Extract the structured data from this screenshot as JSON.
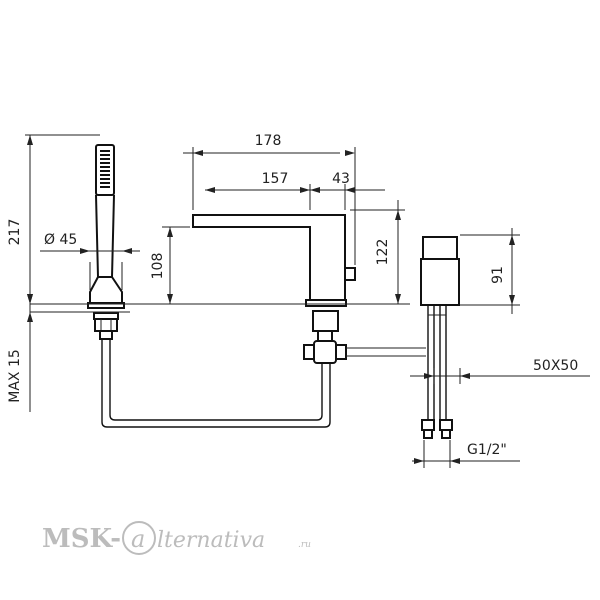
{
  "dimensions": {
    "width_total": "178",
    "spout_reach": "157",
    "valve_width": "43",
    "handshower_height": "217",
    "handshower_diameter": "Ø 45",
    "spout_height": "108",
    "body_height": "122",
    "valve_height": "91",
    "max_deck": "MAX 15",
    "valve_base": "50X50",
    "thread": "G1/2\""
  },
  "watermark": {
    "brand": "MSK-",
    "script": "lternativa",
    "suffix": ".ru"
  }
}
